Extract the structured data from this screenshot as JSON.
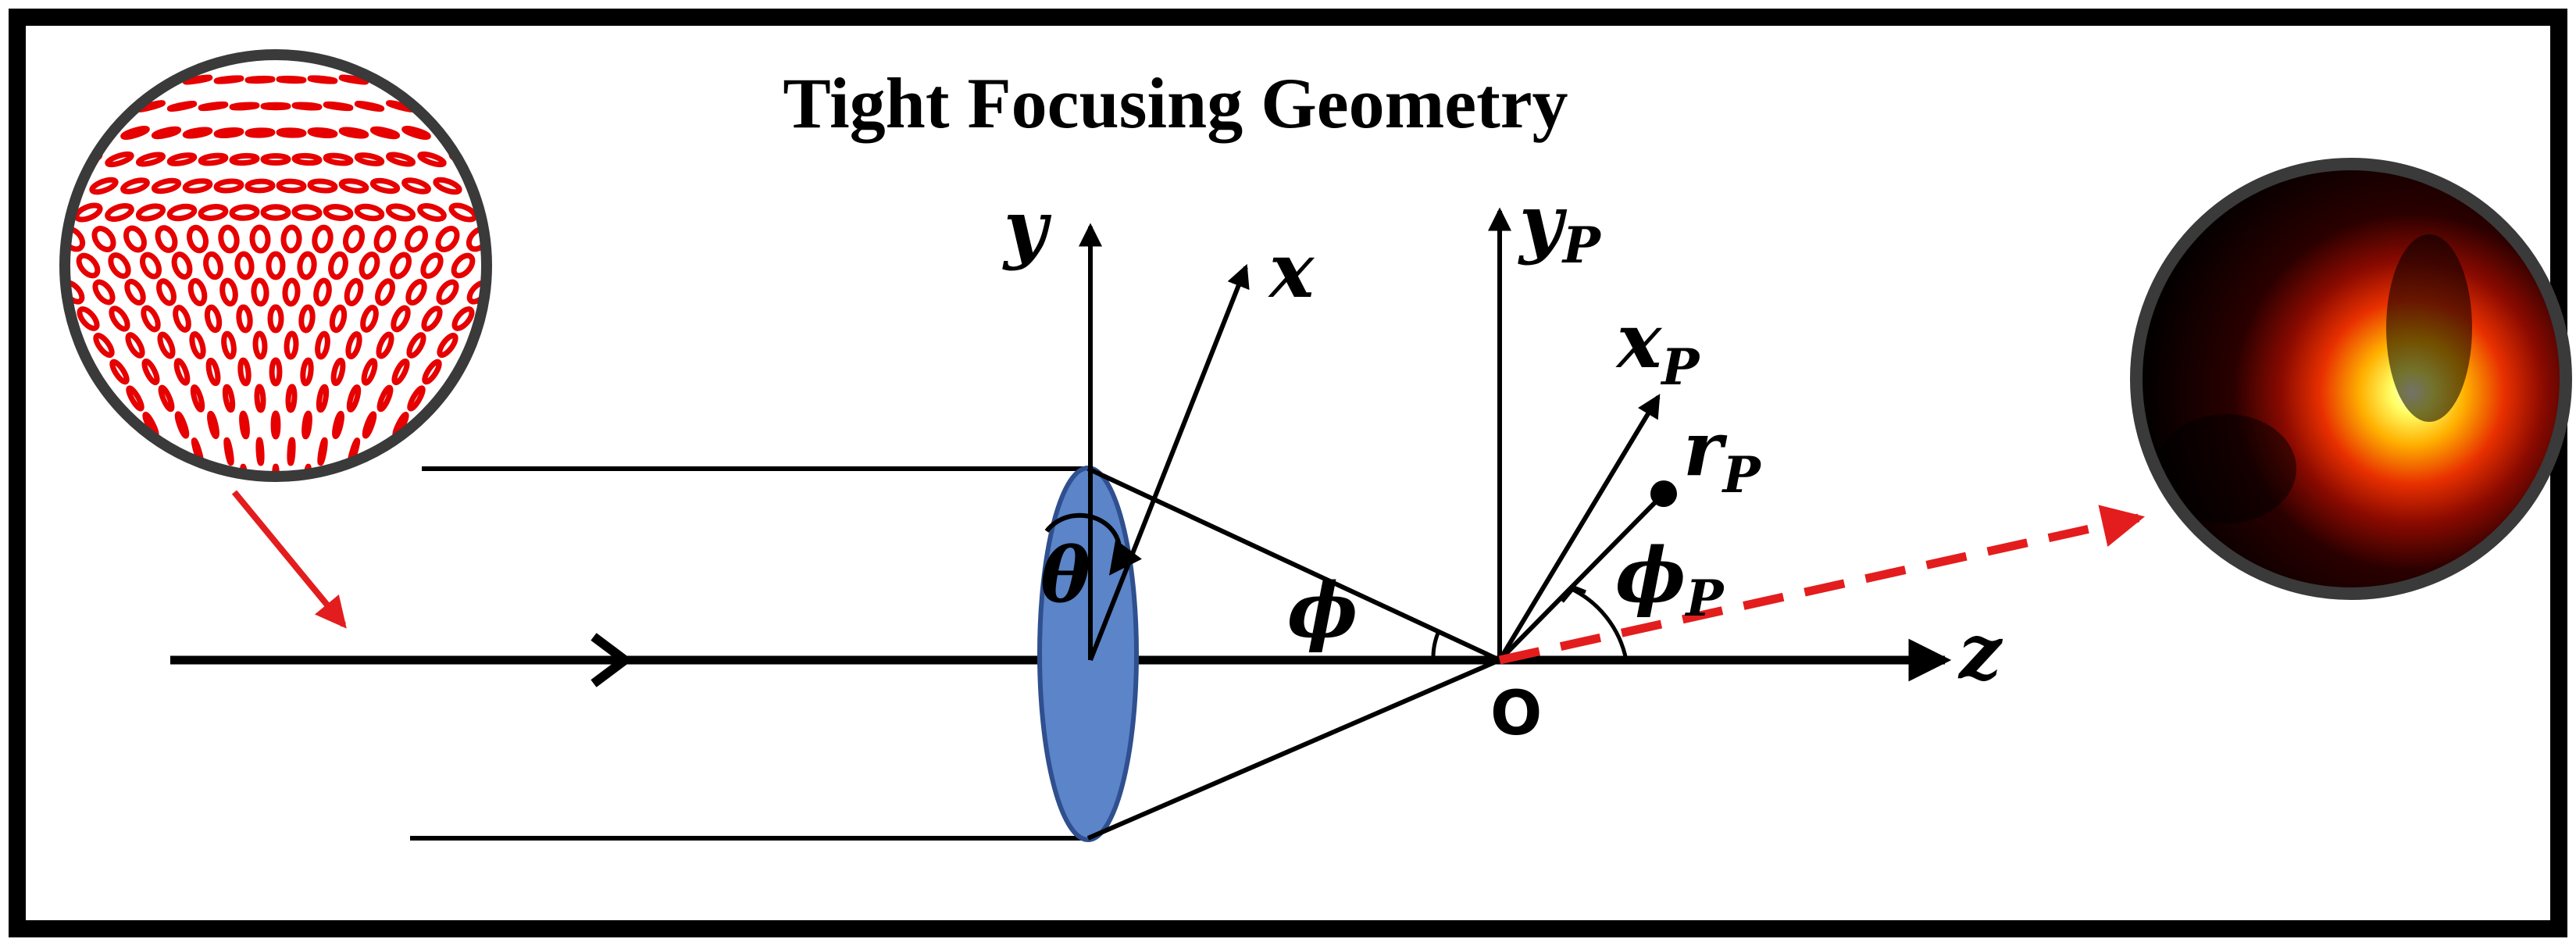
{
  "title": "Tight Focusing Geometry",
  "labels": {
    "y": "y",
    "x": "x",
    "y_p_base": "y",
    "y_p_sub": "P",
    "x_p_base": "x",
    "x_p_sub": "P",
    "r_p_base": "r",
    "r_p_sub": "P",
    "phi_p_base": "ϕ",
    "phi_p_sub": "P",
    "theta": "θ",
    "phi": "ϕ",
    "z": "z",
    "origin": "O"
  },
  "colors": {
    "frame": "#000000",
    "lens": "#5b84c9",
    "lens_edge": "#2f4f8f",
    "polarization": "#e60000",
    "beam_path": "#e31d1d",
    "inset_border": "#3a3a3a"
  },
  "icons": {
    "polarization_inset": "polarization-ellipse-map",
    "focal_spot_inset": "focal-intensity-spot"
  }
}
